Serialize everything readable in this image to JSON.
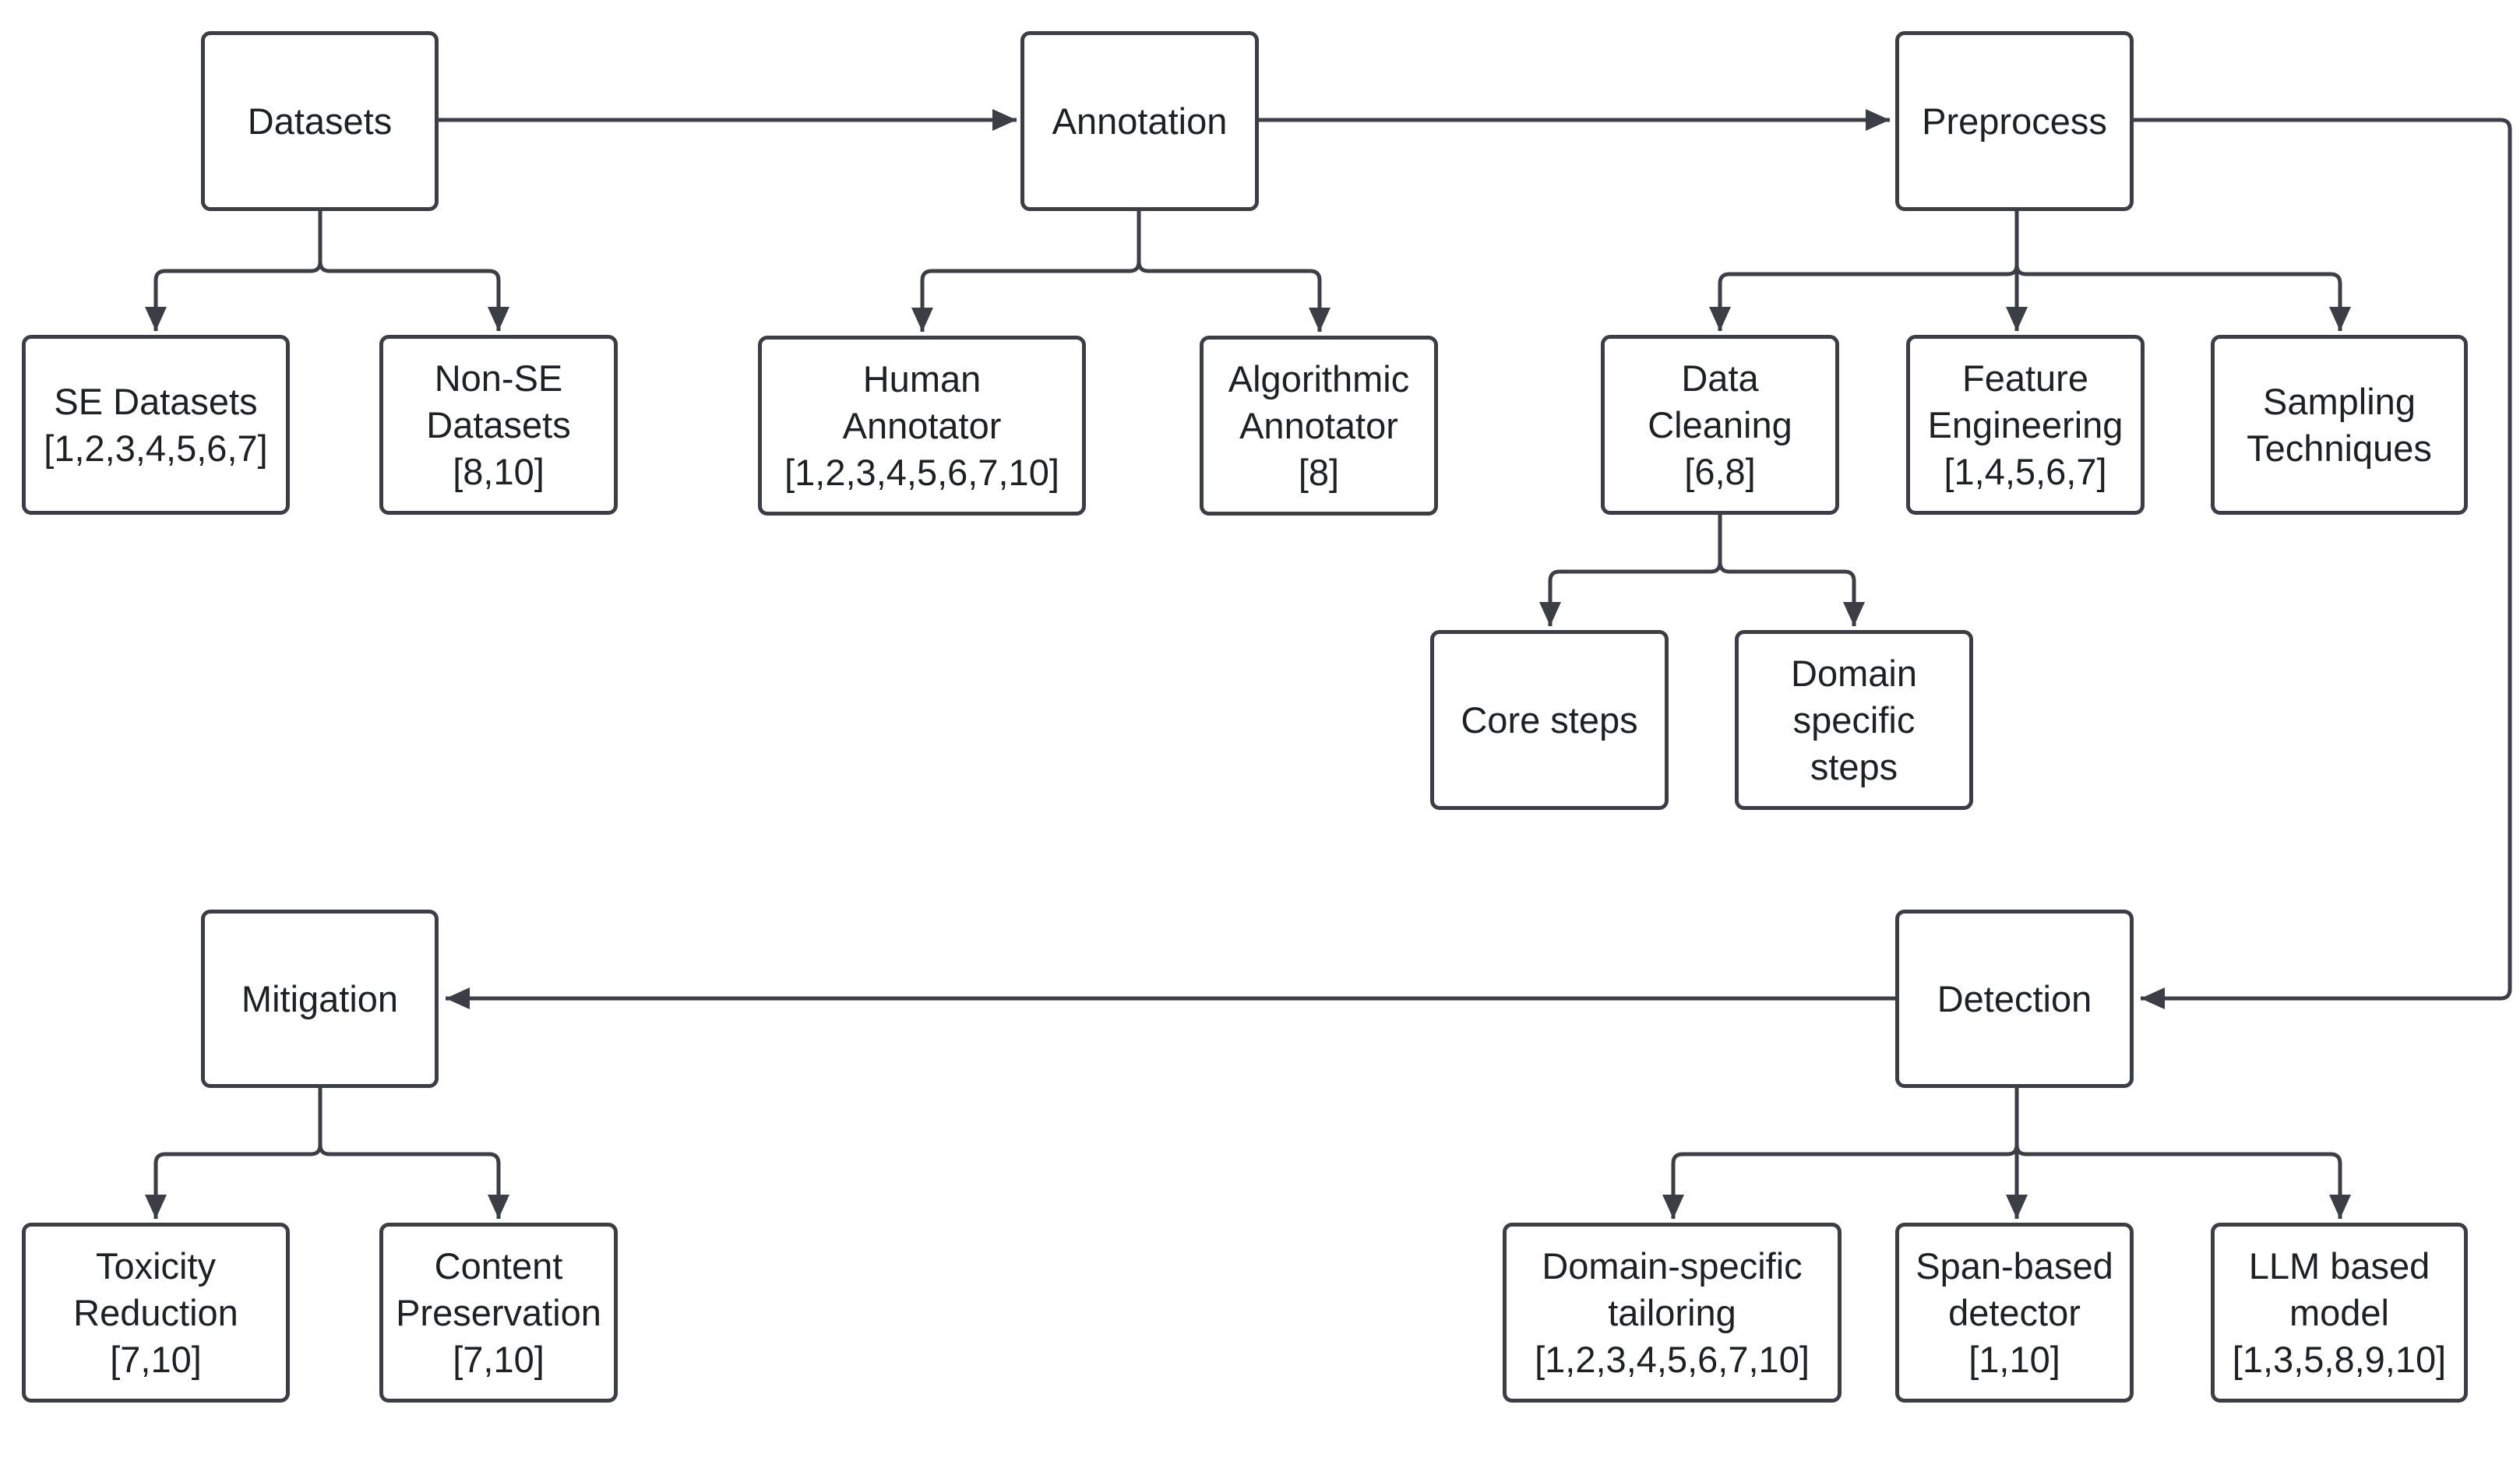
{
  "nodes": {
    "datasets": {
      "label": [
        "Datasets"
      ]
    },
    "annotation": {
      "label": [
        "Annotation"
      ]
    },
    "preprocess": {
      "label": [
        "Preprocess"
      ]
    },
    "se_datasets": {
      "label": [
        "SE Datasets",
        "[1,2,3,4,5,6,7]"
      ]
    },
    "non_se": {
      "label": [
        "Non-SE",
        "Datasets",
        "[8,10]"
      ]
    },
    "human": {
      "label": [
        "Human",
        "Annotator",
        "[1,2,3,4,5,6,7,10]"
      ]
    },
    "algorithmic": {
      "label": [
        "Algorithmic",
        "Annotator",
        "[8]"
      ]
    },
    "cleaning": {
      "label": [
        "Data",
        "Cleaning",
        "[6,8]"
      ]
    },
    "feature": {
      "label": [
        "Feature",
        "Engineering",
        "[1,4,5,6,7]"
      ]
    },
    "sampling": {
      "label": [
        "Sampling",
        "Techniques"
      ]
    },
    "core": {
      "label": [
        "Core steps"
      ]
    },
    "domain_steps": {
      "label": [
        "Domain",
        "specific",
        "steps"
      ]
    },
    "mitigation": {
      "label": [
        "Mitigation"
      ]
    },
    "detection": {
      "label": [
        "Detection"
      ]
    },
    "toxicity": {
      "label": [
        "Toxicity",
        "Reduction",
        "[7,10]"
      ]
    },
    "content": {
      "label": [
        "Content",
        "Preservation",
        "[7,10]"
      ]
    },
    "domain_tailor": {
      "label": [
        "Domain-specific",
        "tailoring",
        "[1,2,3,4,5,6,7,10]"
      ]
    },
    "span": {
      "label": [
        "Span-based",
        "detector",
        "[1,10]"
      ]
    },
    "llm": {
      "label": [
        "LLM based",
        "model",
        "[1,3,5,8,9,10]"
      ]
    }
  },
  "colors": {
    "stroke": "#3b3f45",
    "text": "#1e2124",
    "background": "#ffffff"
  }
}
